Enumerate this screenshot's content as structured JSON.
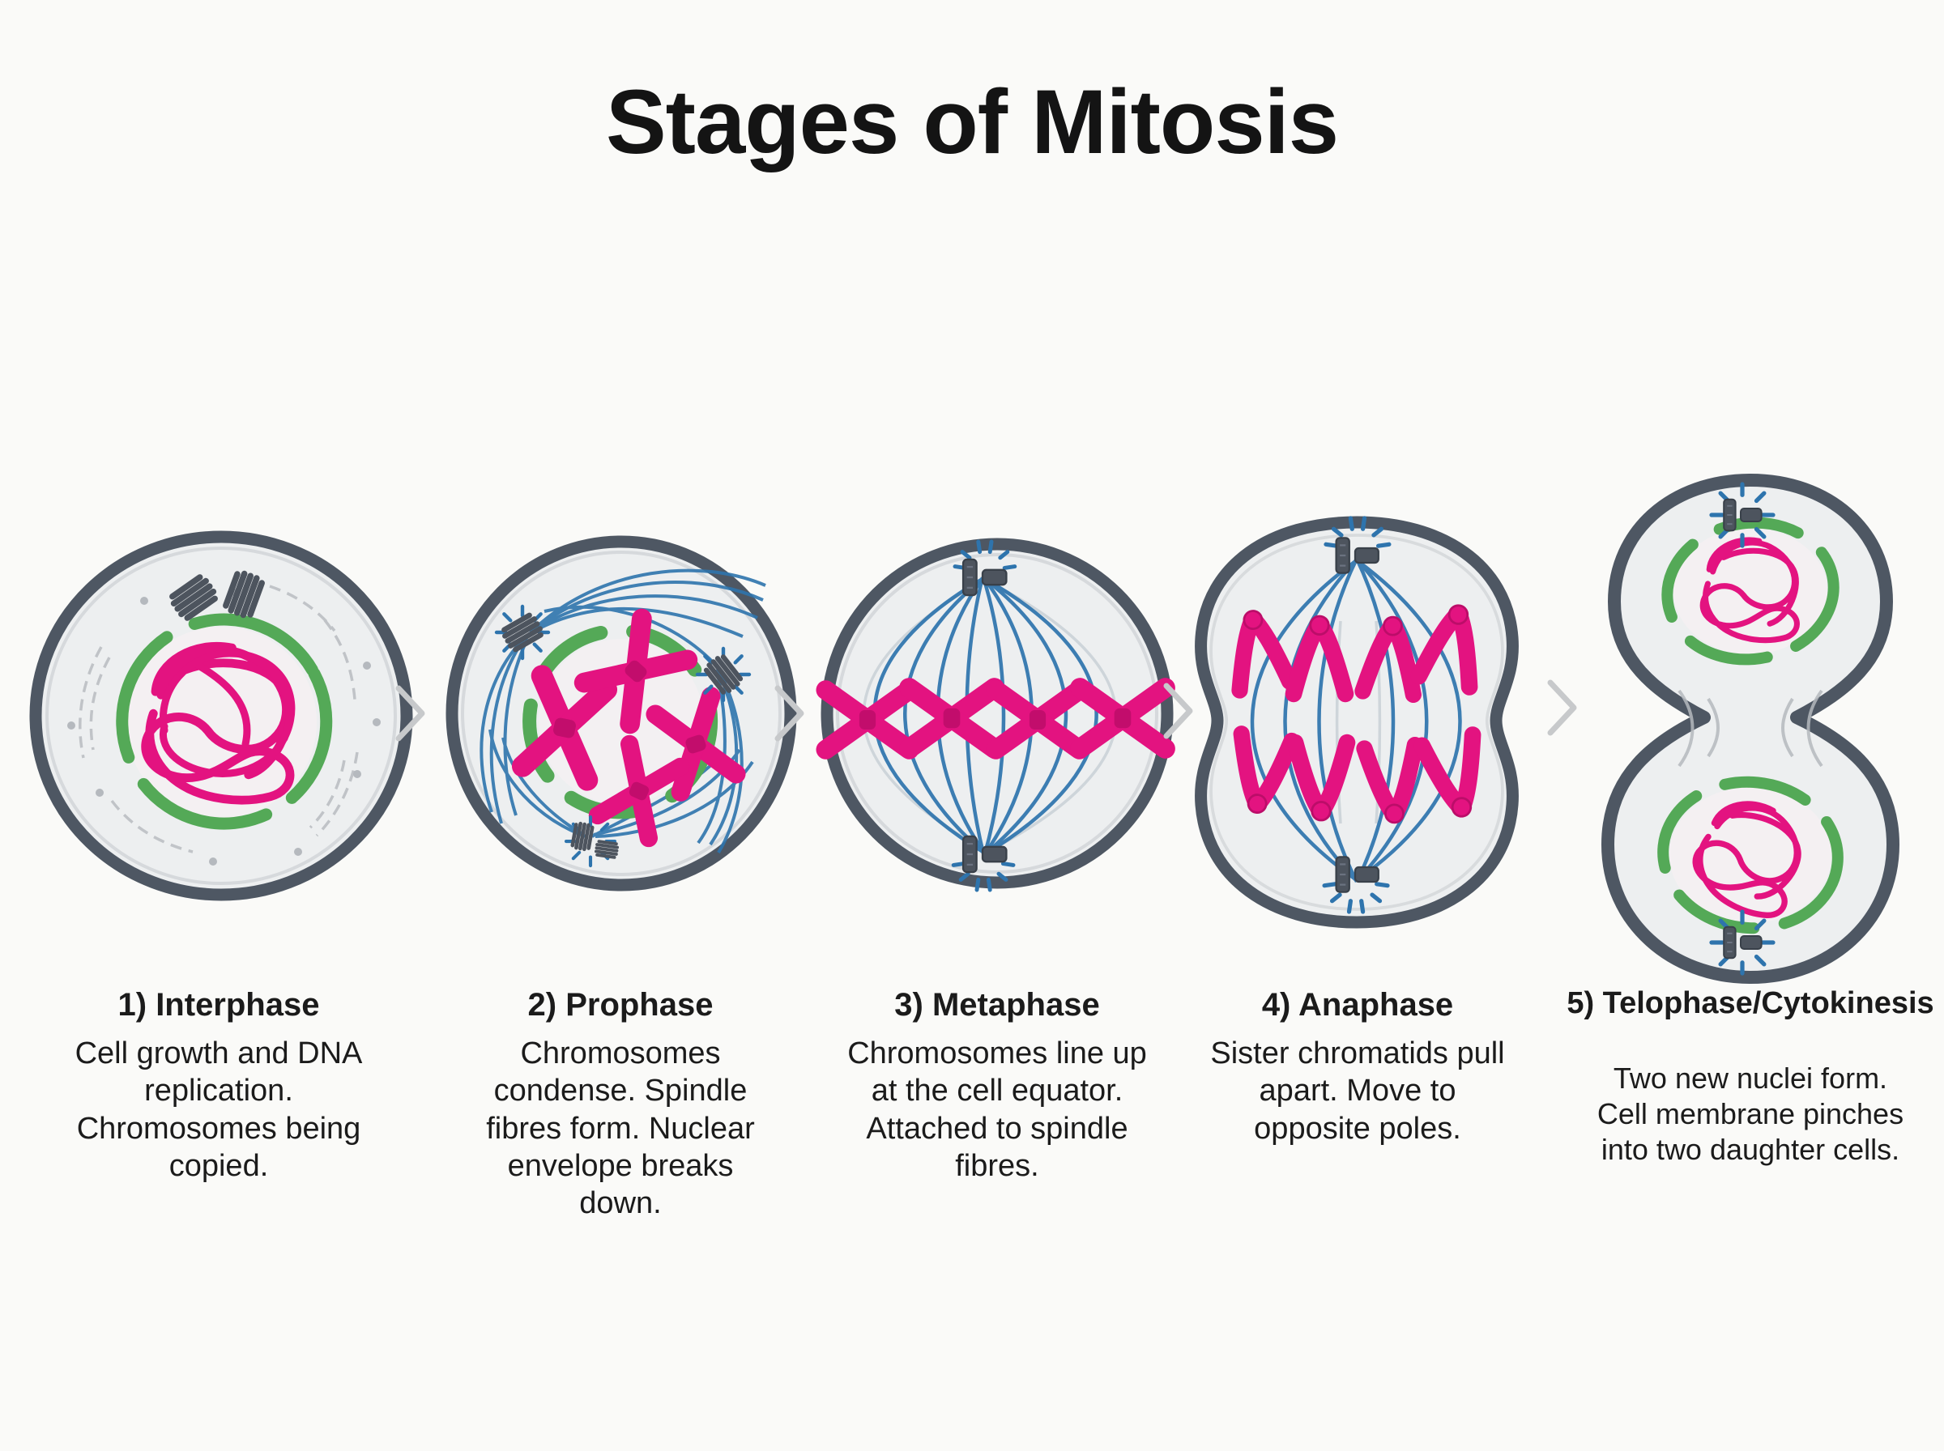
{
  "title": "Stages of Mitosis",
  "stages": [
    {
      "heading": "1) Interphase",
      "description": "Cell growth and DNA\nreplication.\nChromosomes being\ncopied."
    },
    {
      "heading": "2) Prophase",
      "description": "Chromosomes\ncondense. Spindle\nfibres form. Nuclear\nenvelope breaks\ndown."
    },
    {
      "heading": "3) Metaphase",
      "description": "Chromosomes line up\nat the cell equator.\nAttached to spindle\nfibres."
    },
    {
      "heading": "4) Anaphase",
      "description": "Sister chromatids pull\napart. Move to\nopposite poles."
    },
    {
      "heading": "5) Telophase/Cytokinesis",
      "description": "Two new nuclei form.\nCell membrane pinches\ninto two daughter cells."
    }
  ],
  "icons": {
    "cell-membrane": "thick dark-gray ring",
    "nuclear-envelope": "broken green ring",
    "chromatin": "pink tangled thread",
    "chromosome": "pink X shape",
    "sister-chromatid": "pink V chevron",
    "spindle-fibre": "thin blue curved line",
    "centrosome": "dark gray striped barrel pair with blue aster dashes",
    "next-stage-arrow": "light gray chevron"
  },
  "colors": {
    "background": "#fafaf8",
    "title-text": "#141414",
    "body-text": "#1b1b1b",
    "membrane": "#4e5763",
    "membrane-inner": "#c9cdd1",
    "cytoplasm": "#edeff0",
    "nucleoplasm": "#f4f0f2",
    "envelope-green": "#54a957",
    "chromosome-pink": "#e31380",
    "chromosome-pink-dark": "#bc0d69",
    "spindle-blue": "#2e74ad",
    "centrosome-gray": "#4d545e",
    "centrosome-edge": "#394049",
    "organelle-gray": "#b5b9be",
    "arrow-gray": "#c7c9cb"
  }
}
